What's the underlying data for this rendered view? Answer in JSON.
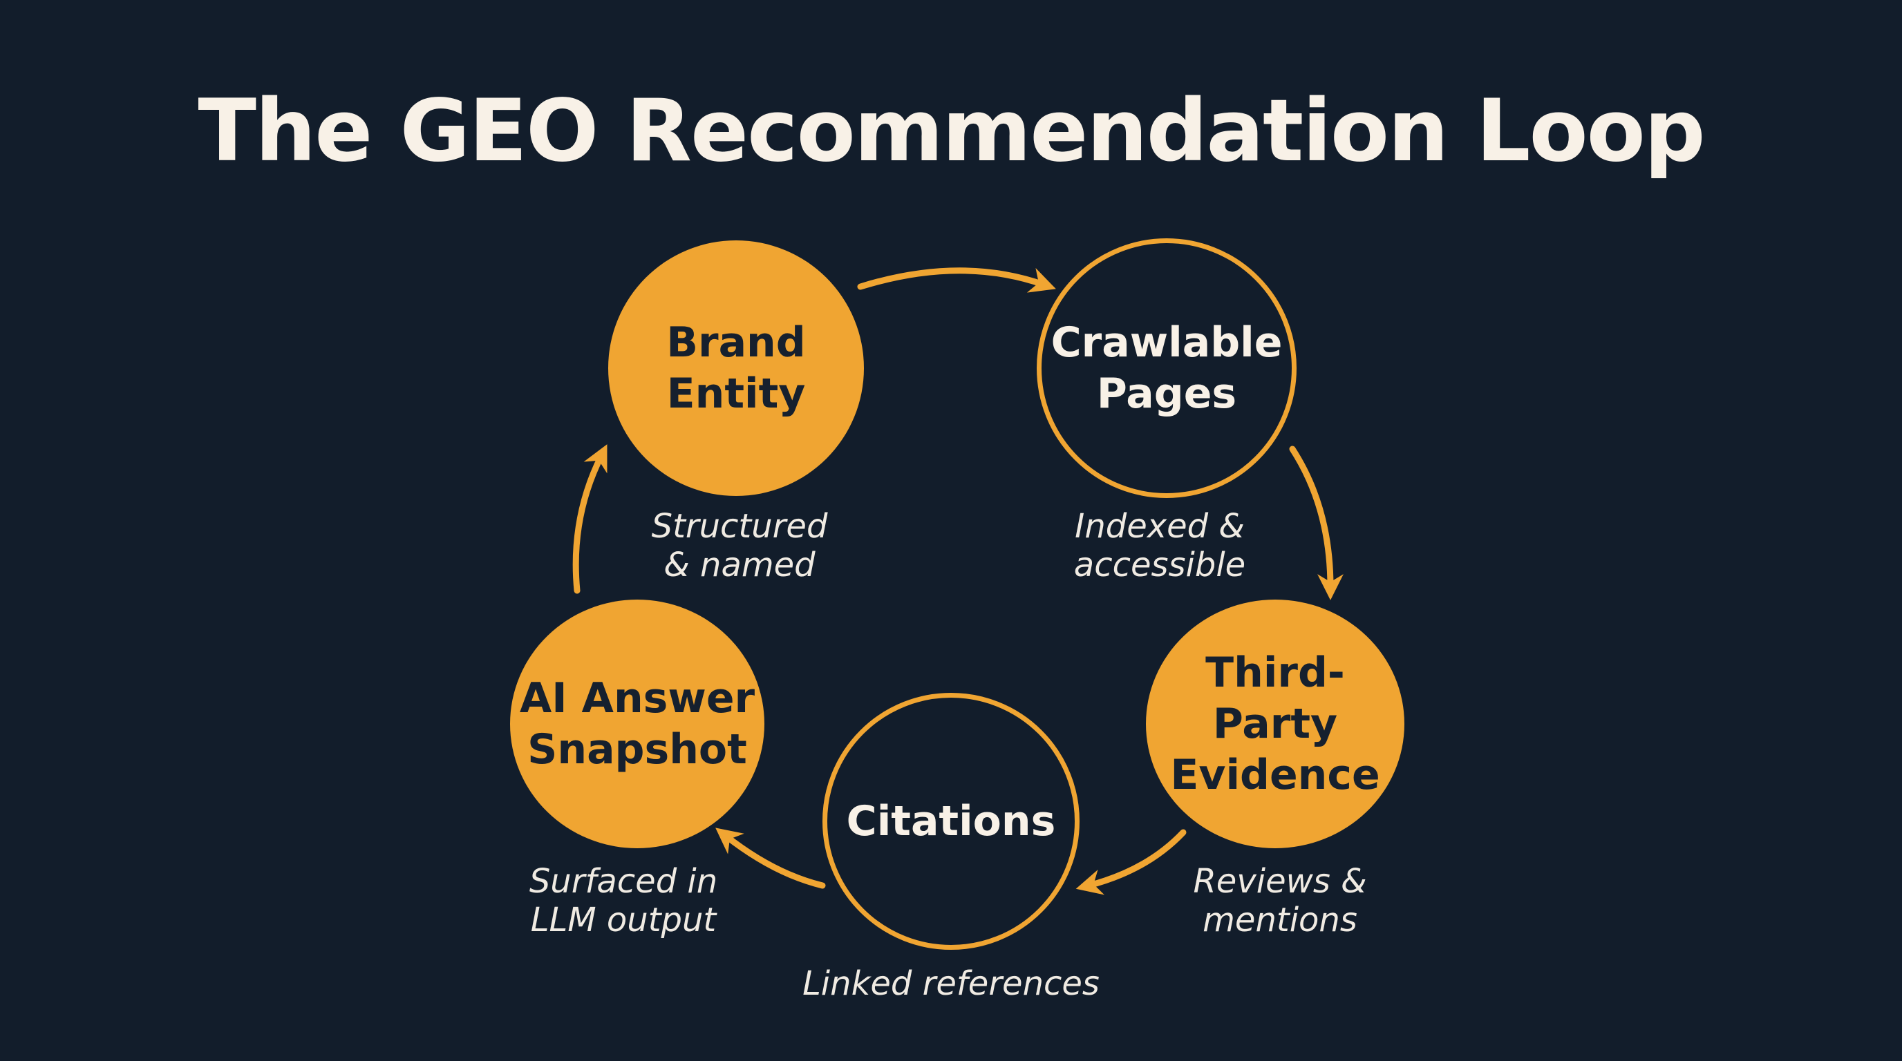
{
  "title": "The GEO Recommendation Loop",
  "colors": {
    "background": "#121d2b",
    "accent": "#f0a532",
    "text_light": "#f8f1e7",
    "text_dark": "#16202e"
  },
  "nodes": [
    {
      "id": "brand-entity",
      "lines": [
        "Brand",
        "Entity"
      ],
      "style": "filled",
      "caption": [
        "Structured",
        "& named"
      ]
    },
    {
      "id": "crawlable-pages",
      "lines": [
        "Crawlable",
        "Pages"
      ],
      "style": "outline",
      "caption": [
        "Indexed &",
        "accessible"
      ]
    },
    {
      "id": "third-party-evidence",
      "lines": [
        "Third-Party",
        "Evidence"
      ],
      "style": "filled",
      "caption": [
        "Reviews &",
        "mentions"
      ]
    },
    {
      "id": "citations",
      "lines": [
        "Citations"
      ],
      "style": "outline",
      "caption": [
        "Linked references"
      ]
    },
    {
      "id": "ai-answer-snapshot",
      "lines": [
        "AI Answer",
        "Snapshot"
      ],
      "style": "filled",
      "caption": [
        "Surfaced in",
        "LLM output"
      ]
    }
  ],
  "edges": [
    {
      "from": "brand-entity",
      "to": "crawlable-pages"
    },
    {
      "from": "crawlable-pages",
      "to": "third-party-evidence"
    },
    {
      "from": "third-party-evidence",
      "to": "citations"
    },
    {
      "from": "citations",
      "to": "ai-answer-snapshot"
    },
    {
      "from": "ai-answer-snapshot",
      "to": "brand-entity"
    }
  ]
}
